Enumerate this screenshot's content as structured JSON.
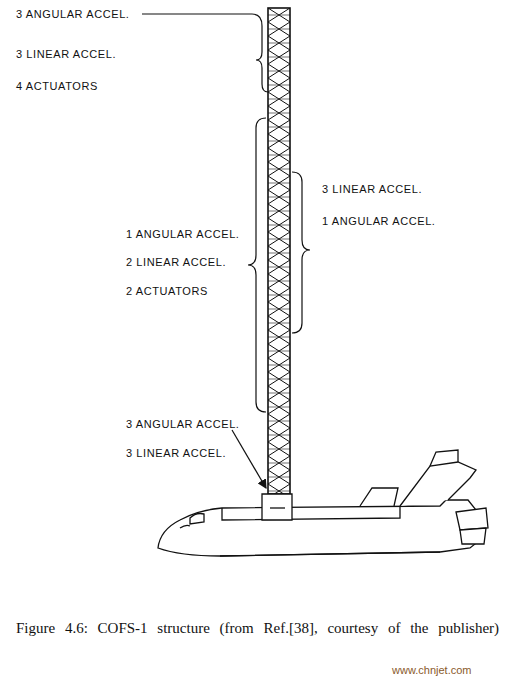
{
  "diagram": {
    "caption": "Figure 4.6: COFS-1 structure (from Ref.[38], courtesy of the publisher)",
    "labels": [
      "3 ANGULAR ACCEL.",
      "3 LINEAR ACCEL.",
      "4 ACTUATORS",
      "3 LINEAR ACCEL.",
      "1 ANGULAR ACCEL.",
      "1 ANGULAR ACCEL.",
      "2 LINEAR ACCEL.",
      "2 ACTUATORS",
      "3 ANGULAR ACCEL.",
      "3 LINEAR ACCEL.",
      "www.chnjet.com"
    ]
  }
}
